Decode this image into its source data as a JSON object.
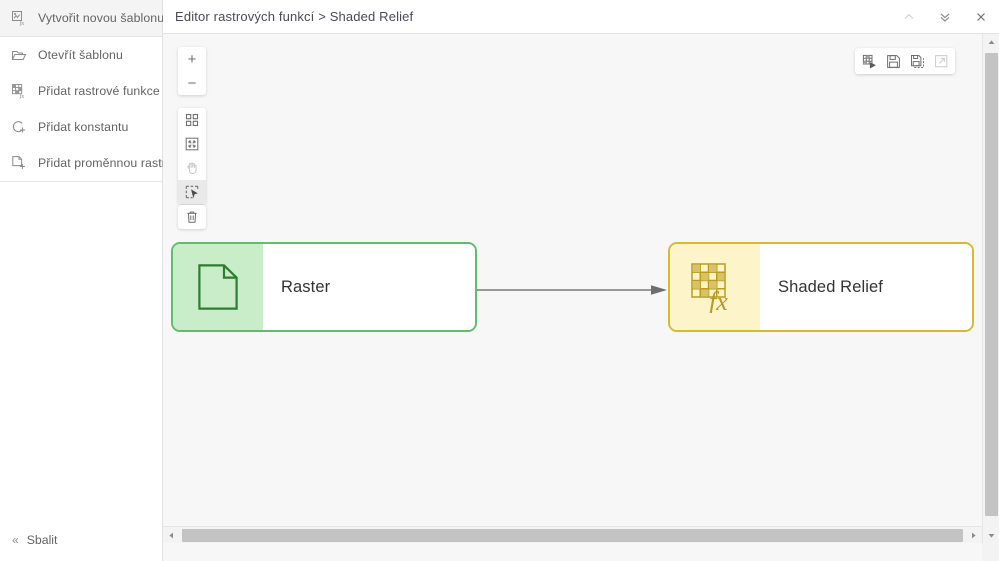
{
  "sidebar": {
    "items": [
      {
        "label": "Vytvořit novou šablonu",
        "icon": "new-template-fx-icon"
      },
      {
        "label": "Otevřít šablonu",
        "icon": "open-folder-icon"
      },
      {
        "label": "Přidat rastrové funkce",
        "icon": "raster-function-fx-icon"
      },
      {
        "label": "Přidat konstantu",
        "icon": "add-constant-icon"
      },
      {
        "label": "Přidat proměnnou rastru",
        "icon": "add-raster-variable-icon"
      }
    ],
    "collapse": {
      "label": "Sbalit",
      "icon": "chevron-double-left-icon",
      "glyph": "«"
    }
  },
  "titlebar": {
    "title": "Editor rastrových funkcí > Shaded Relief",
    "window_buttons": [
      {
        "name": "collapse-button",
        "icon": "chevron-up-icon",
        "disabled": true
      },
      {
        "name": "expand-button",
        "icon": "chevron-double-down-icon",
        "disabled": false
      },
      {
        "name": "close-button",
        "icon": "close-icon",
        "disabled": false
      }
    ]
  },
  "canvas_toolbar": {
    "zoom_group": [
      {
        "name": "zoom-in-button",
        "icon": "plus-icon",
        "glyph": "+"
      },
      {
        "name": "zoom-out-button",
        "icon": "minus-icon",
        "glyph": "−"
      }
    ],
    "main_group": [
      {
        "name": "layout-button",
        "icon": "grid-layout-icon",
        "state": "enabled"
      },
      {
        "name": "fit-extent-button",
        "icon": "fit-extent-icon",
        "state": "enabled"
      },
      {
        "name": "pan-button",
        "icon": "pan-hand-icon",
        "state": "disabled"
      },
      {
        "name": "select-button",
        "icon": "marquee-select-icon",
        "state": "active"
      }
    ],
    "delete_group": [
      {
        "name": "delete-button",
        "icon": "trash-icon",
        "state": "enabled"
      }
    ]
  },
  "editor_toolbar": {
    "buttons": [
      {
        "name": "apply-button",
        "icon": "raster-run-icon",
        "state": "enabled"
      },
      {
        "name": "save-button",
        "icon": "floppy-save-icon",
        "state": "enabled"
      },
      {
        "name": "save-as-button",
        "icon": "save-as-icon",
        "state": "enabled"
      },
      {
        "name": "export-button",
        "icon": "export-share-icon",
        "state": "disabled"
      }
    ]
  },
  "graph": {
    "nodes": [
      {
        "id": "raster",
        "label": "Raster",
        "icon": "raster-document-icon",
        "border_color": "#62bd6b",
        "icon_bg": "#c9ecc9",
        "type": "variable"
      },
      {
        "id": "shaded-relief",
        "label": "Shaded Relief",
        "icon": "raster-function-fx-icon",
        "border_color": "#d9b92e",
        "icon_bg": "#fdf4c9",
        "type": "function"
      }
    ],
    "edges": [
      {
        "from": "raster",
        "to": "shaded-relief",
        "color": "#777777",
        "arrow": "right"
      }
    ],
    "background_color": "#f7f7f7"
  },
  "scrollbars": {
    "vertical": {
      "name": "vertical-scrollbar",
      "up": "▲",
      "down": "▼"
    },
    "horizontal": {
      "name": "horizontal-scrollbar",
      "left": "◀",
      "right": "▶"
    }
  }
}
